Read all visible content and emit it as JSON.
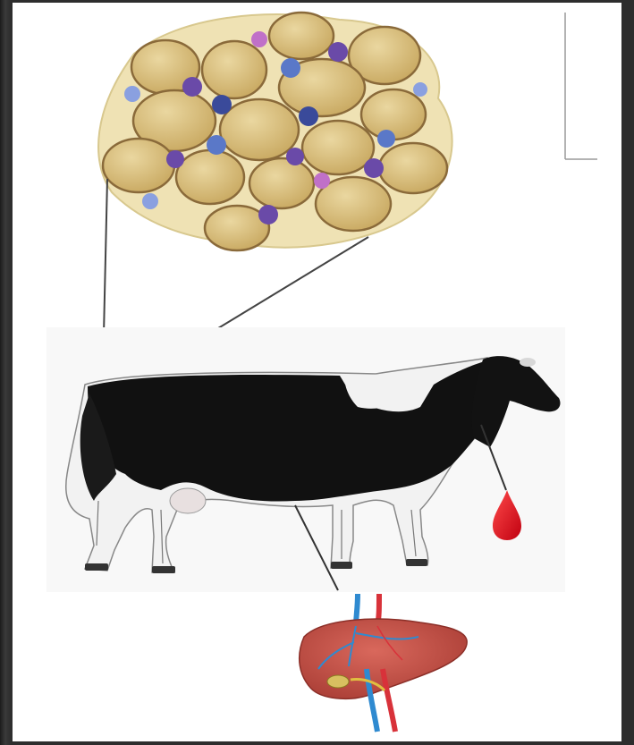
{
  "diagram": {
    "background_color": "#2b2b2b",
    "panel_color": "#ffffff",
    "insets": [
      {
        "id": "adipose-tissue",
        "icon": "fat-cells-cluster-icon"
      },
      {
        "id": "cow",
        "icon": "holstein-cow-icon"
      },
      {
        "id": "blood-drop",
        "icon": "blood-drop-icon"
      },
      {
        "id": "liver",
        "icon": "liver-icon"
      }
    ],
    "colors": {
      "adipocyte": "#d9c07e",
      "adipocyte_outline": "#8a6a3a",
      "interstitial": "#efe2b4",
      "stromal_cell_purple": "#6a4aa8",
      "stromal_cell_blue": "#5a78c8",
      "stromal_cell_pink": "#c070c8",
      "blood": "#e0161e",
      "liver": "#c9564a",
      "vein": "#2f8ad0",
      "artery": "#d8323a",
      "cow_black": "#111111",
      "cow_white": "#f2f2f2"
    }
  }
}
